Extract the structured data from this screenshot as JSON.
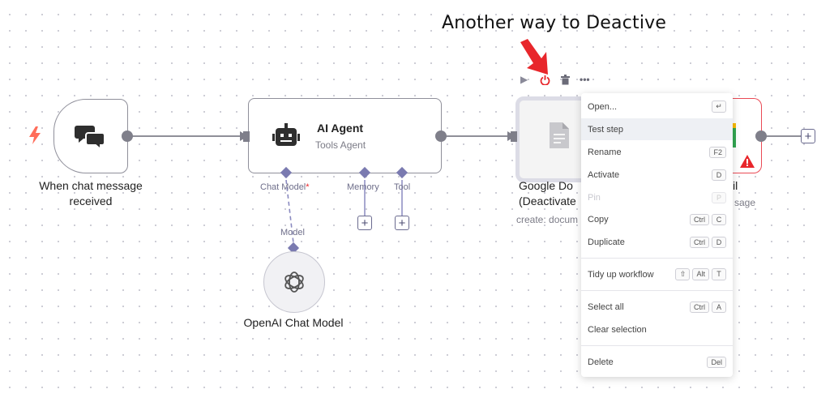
{
  "annotation": "Another way to Deactive",
  "nodes": {
    "trigger": {
      "title": "When chat message received",
      "title_line1": "When chat message",
      "title_line2": "received"
    },
    "agent": {
      "title": "AI Agent",
      "subtitle": "Tools Agent"
    },
    "agent_ports": {
      "chat_model": "Chat Model",
      "required_mark": "*",
      "memory": "Memory",
      "tool": "Tool"
    },
    "model_link_label": "Model",
    "openai": {
      "title": "OpenAI Chat Model"
    },
    "gdocs": {
      "title_line1": "Google Do",
      "title_line2": "(Deactivate",
      "subtitle": "create: docum"
    },
    "gmail": {
      "title_fragment": "il",
      "subtitle_fragment": "sage"
    }
  },
  "node_toolbar": {
    "icons": [
      "play-icon",
      "power-icon",
      "trash-icon",
      "more-icon"
    ]
  },
  "context_menu": {
    "items": [
      {
        "label": "Open...",
        "keys": [
          "↵"
        ]
      },
      {
        "label": "Test step",
        "keys": []
      },
      {
        "label": "Rename",
        "keys": [
          "F2"
        ]
      },
      {
        "label": "Activate",
        "keys": [
          "D"
        ]
      },
      {
        "label": "Pin",
        "keys": [
          "P"
        ]
      },
      {
        "label": "Copy",
        "keys": [
          "Ctrl",
          "C"
        ]
      },
      {
        "label": "Duplicate",
        "keys": [
          "Ctrl",
          "D"
        ]
      },
      {
        "label": "Tidy up workflow",
        "keys": [
          "⇧",
          "Alt",
          "T"
        ]
      },
      {
        "label": "Select all",
        "keys": [
          "Ctrl",
          "A"
        ]
      },
      {
        "label": "Clear selection",
        "keys": []
      },
      {
        "label": "Delete",
        "keys": [
          "Del"
        ]
      }
    ]
  },
  "colors": {
    "accent_red": "#e8262b",
    "trigger_bolt": "#ff6d5a",
    "port_purple": "#7a7ab0",
    "node_border": "#8f8f9a"
  }
}
